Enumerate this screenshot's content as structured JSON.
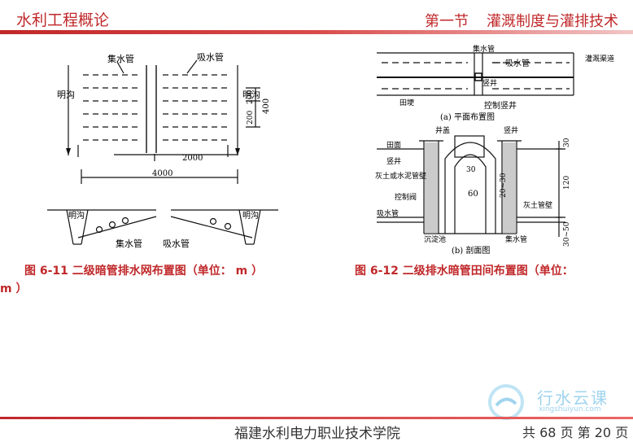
{
  "header": {
    "course_title": "水利工程概论",
    "section": "第一节",
    "topic": "灌溉制度与灌排技术"
  },
  "figure_left": {
    "labels": {
      "collector": "集水管",
      "suction": "吸水管",
      "ditch_l": "明沟",
      "ditch_r": "明沟",
      "dim_200a": "200",
      "dim_200b": "200",
      "dim_400": "400",
      "dim_2000": "2000",
      "dim_4000": "4000",
      "ditch_bl": "明沟",
      "ditch_br": "明沟",
      "collector_b": "集水管",
      "suction_b": "吸水管"
    },
    "caption": "图 6-11   二级暗管排水网布置图（单位： m ）"
  },
  "figure_right": {
    "labels": {
      "collect_v": "集水管",
      "suction": "吸水管",
      "well_v": "竖井",
      "field": "田埂",
      "control_well": "控制竖井",
      "channel_v": "灌溉渠道",
      "plan_cap": "(a) 平面布置图",
      "well_cover": "井盖",
      "riser": "竖井",
      "ground": "田面",
      "shaft": "竖井",
      "ash_wall": "灰土或水泥管壁",
      "control_valve": "控制阀",
      "dim_30": "30",
      "dim_60": "60",
      "dim_20_30": "20~30",
      "dim_30r": "30",
      "dim_120": "120",
      "dim_3050": "30~50",
      "ash_pipe": "灰土管壁",
      "suction2": "吸水管",
      "sediment": "沉淀池",
      "collect2": "集水管",
      "section_cap": "(b) 剖面图"
    },
    "caption": "图 6-12   二级排水暗管田间布置图（单位：",
    "caption_wrap": "m ）"
  },
  "footer": {
    "school": "福建水利电力职业技术学院",
    "page_total": "共",
    "total": "68",
    "page_mid": "页  第",
    "current": "20",
    "page_end": "页"
  },
  "watermark": {
    "brand": "行水云课",
    "url": "xingshuiyun.com"
  }
}
